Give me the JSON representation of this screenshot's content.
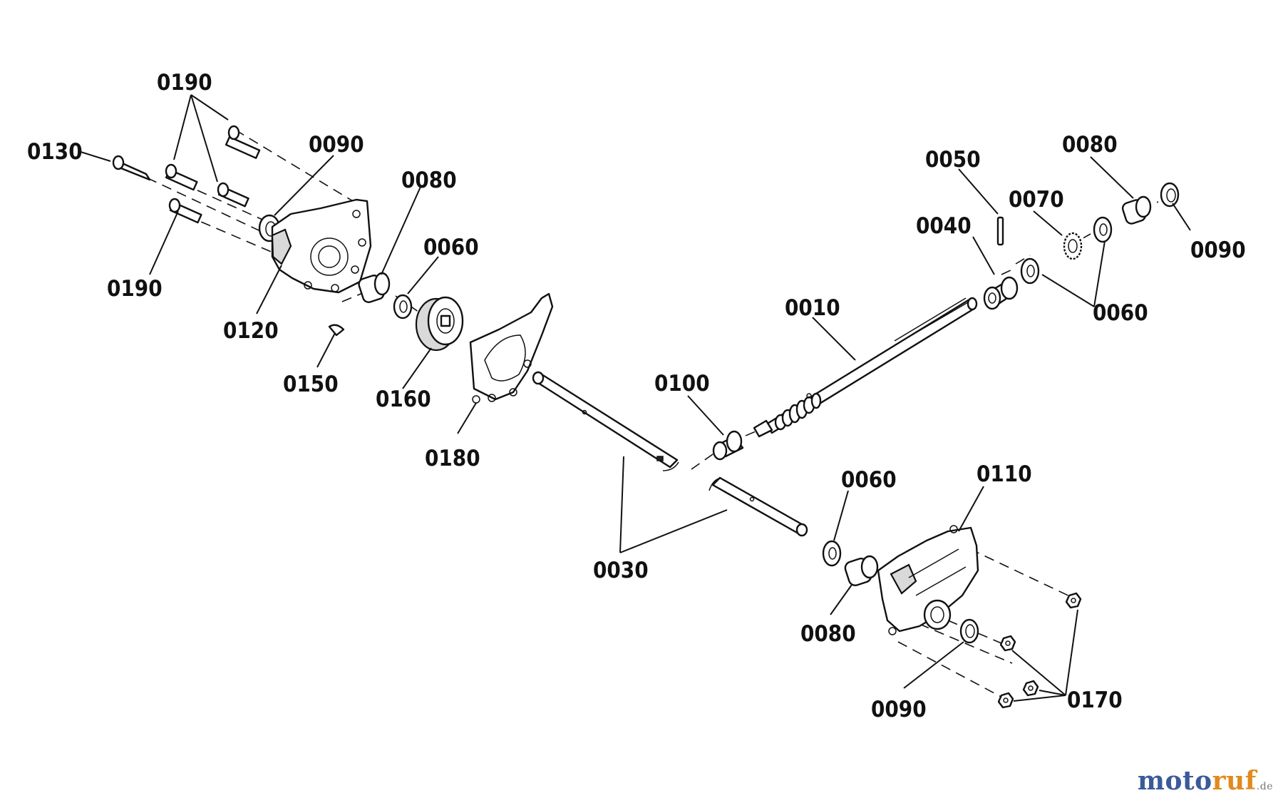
{
  "labels": {
    "l0190a": "0190",
    "l0130": "0130",
    "l0090a": "0090",
    "l0080a": "0080",
    "l0060a": "0060",
    "l0190b": "0190",
    "l0120": "0120",
    "l0150": "0150",
    "l0160": "0160",
    "l0180": "0180",
    "l0050": "0050",
    "l0080b": "0080",
    "l0070": "0070",
    "l0040": "0040",
    "l0090b": "0090",
    "l0010": "0010",
    "l0060b": "0060",
    "l0100": "0100",
    "l0110": "0110",
    "l0060c": "0060",
    "l0030": "0030",
    "l0080c": "0080",
    "l0090c": "0090",
    "l0170": "0170"
  },
  "watermark": {
    "part1": "moto",
    "part2": "ruf",
    "tld": ".de"
  }
}
